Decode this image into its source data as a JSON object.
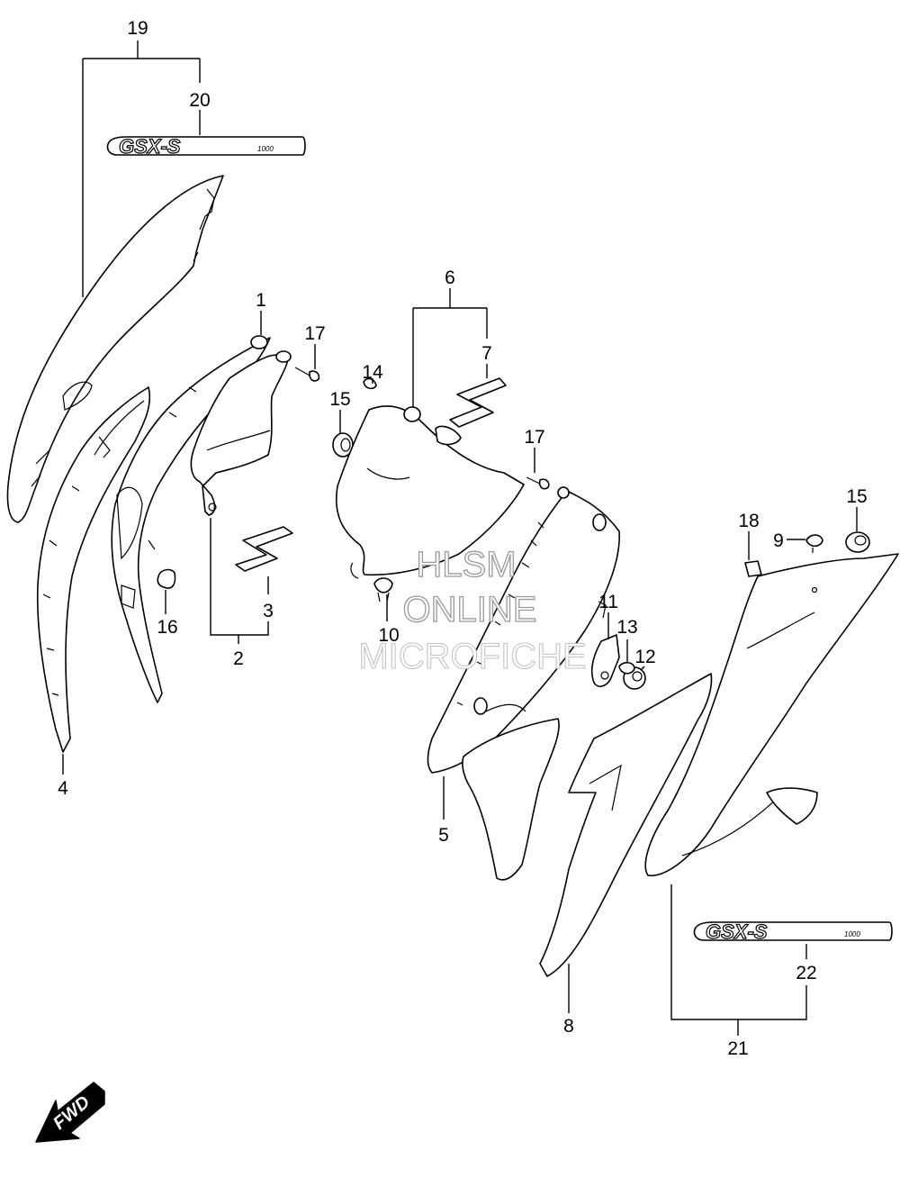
{
  "callouts": [
    {
      "id": "c19",
      "label": "19"
    },
    {
      "id": "c20",
      "label": "20"
    },
    {
      "id": "c1",
      "label": "1"
    },
    {
      "id": "c17a",
      "label": "17"
    },
    {
      "id": "c14",
      "label": "14"
    },
    {
      "id": "c15a",
      "label": "15"
    },
    {
      "id": "c6",
      "label": "6"
    },
    {
      "id": "c7",
      "label": "7"
    },
    {
      "id": "c17b",
      "label": "17"
    },
    {
      "id": "c15b",
      "label": "15"
    },
    {
      "id": "c18",
      "label": "18"
    },
    {
      "id": "c9",
      "label": "9"
    },
    {
      "id": "c3",
      "label": "3"
    },
    {
      "id": "c2",
      "label": "2"
    },
    {
      "id": "c16",
      "label": "16"
    },
    {
      "id": "c10",
      "label": "10"
    },
    {
      "id": "c11",
      "label": "11"
    },
    {
      "id": "c13",
      "label": "13"
    },
    {
      "id": "c12",
      "label": "12"
    },
    {
      "id": "c4",
      "label": "4"
    },
    {
      "id": "c5",
      "label": "5"
    },
    {
      "id": "c8",
      "label": "8"
    },
    {
      "id": "c22",
      "label": "22"
    },
    {
      "id": "c21",
      "label": "21"
    }
  ],
  "emblem": {
    "main": "GSX-S",
    "sub": "1000"
  },
  "watermark": {
    "line1": "HLSM",
    "line2": "ONLINE",
    "line3": "MICROFICHE"
  },
  "fwd_label": "FWD"
}
